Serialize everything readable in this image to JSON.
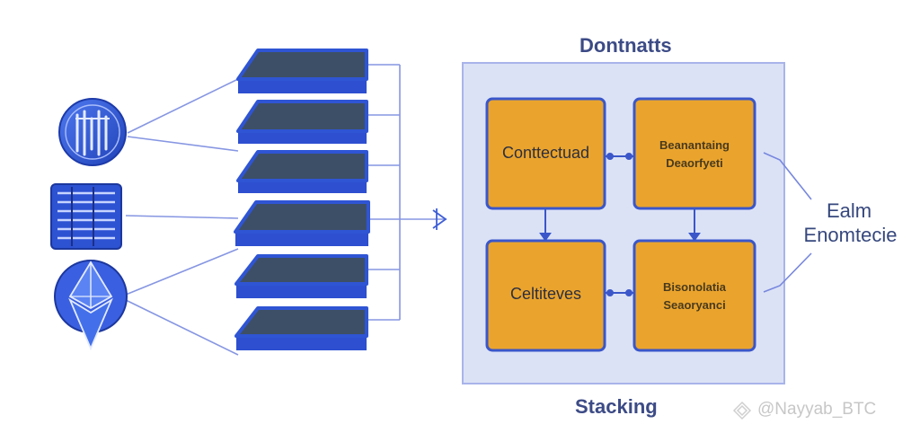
{
  "diagram": {
    "title": "Dontnatts",
    "subtitle": "Stacking",
    "boxes": {
      "top_left": "Conttectuad",
      "top_right": [
        "Beanantaing",
        "Deaorfyeti"
      ],
      "bottom_left": "Celtiteves",
      "bottom_right": [
        "Bisonolatia",
        "Seaoryanci"
      ]
    },
    "right_label": [
      "Ealm",
      "Enomtecie"
    ],
    "left_icons": [
      "crypto-coin-icon",
      "stacked-bars-icon",
      "ethereum-icon"
    ],
    "layers_count": 6
  },
  "watermark": "@Nayyab_BTC",
  "colors": {
    "layer_blue": "#2f55d4",
    "layer_top": "#3d4f66",
    "panel_bg": "#dbe2f6",
    "panel_border": "#a8b4ea",
    "box_fill": "#eaa42d",
    "box_border": "#3a56c9",
    "line": "#7787dd"
  }
}
